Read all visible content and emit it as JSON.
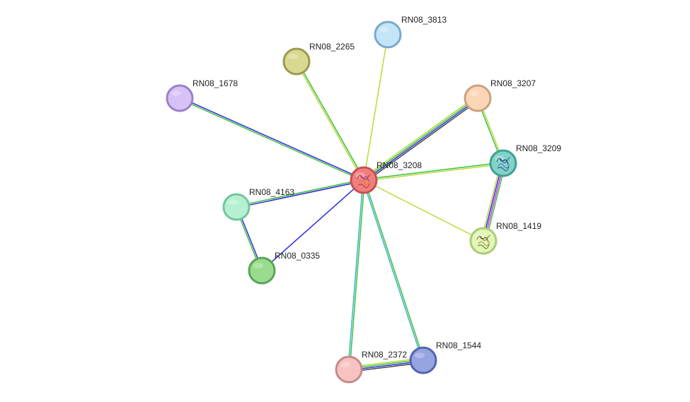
{
  "network": {
    "nodes": [
      {
        "id": "RN08_3208",
        "label": "RN08_3208",
        "fill": "#f08080",
        "stroke": "#c85050",
        "structure": "red-orange"
      },
      {
        "id": "RN08_3813",
        "label": "RN08_3813",
        "fill": "#c4e4f8",
        "stroke": "#78aacc"
      },
      {
        "id": "RN08_2265",
        "label": "RN08_2265",
        "fill": "#d8d890",
        "stroke": "#9a9a50"
      },
      {
        "id": "RN08_1678",
        "label": "RN08_1678",
        "fill": "#d6c2f6",
        "stroke": "#9a80c8"
      },
      {
        "id": "RN08_3207",
        "label": "RN08_3207",
        "fill": "#fbd6b6",
        "stroke": "#caa282"
      },
      {
        "id": "RN08_3209",
        "label": "RN08_3209",
        "fill": "#82d2c6",
        "stroke": "#3ea094",
        "structure": "blue"
      },
      {
        "id": "RN08_4163",
        "label": "RN08_4163",
        "fill": "#b6f0d2",
        "stroke": "#72c69c"
      },
      {
        "id": "RN08_1419",
        "label": "RN08_1419",
        "fill": "#e2f6b6",
        "stroke": "#aacb7a",
        "structure": "olive"
      },
      {
        "id": "RN08_0335",
        "label": "RN08_0335",
        "fill": "#9adc8e",
        "stroke": "#5aa45a"
      },
      {
        "id": "RN08_2372",
        "label": "RN08_2372",
        "fill": "#f6c2c2",
        "stroke": "#c68a8a"
      },
      {
        "id": "RN08_1544",
        "label": "RN08_1544",
        "fill": "#96a4e0",
        "stroke": "#5464b0"
      }
    ],
    "edges": [
      {
        "from": "RN08_3208",
        "to": "RN08_3813",
        "colors": [
          "#b8da3c"
        ]
      },
      {
        "from": "RN08_3208",
        "to": "RN08_2265",
        "colors": [
          "#b8da3c",
          "#3cbf3c"
        ]
      },
      {
        "from": "RN08_3208",
        "to": "RN08_1678",
        "colors": [
          "#3cbf3c",
          "#2a2ae0"
        ]
      },
      {
        "from": "RN08_3208",
        "to": "RN08_3207",
        "colors": [
          "#b8da3c",
          "#3cbf3c",
          "#2a2ae0",
          "#444444"
        ]
      },
      {
        "from": "RN08_3208",
        "to": "RN08_3209",
        "colors": [
          "#3cbf3c",
          "#b8da3c"
        ]
      },
      {
        "from": "RN08_3208",
        "to": "RN08_4163",
        "colors": [
          "#2a2ae0",
          "#3cbf3c"
        ]
      },
      {
        "from": "RN08_3208",
        "to": "RN08_1419",
        "colors": [
          "#b8da3c"
        ]
      },
      {
        "from": "RN08_3208",
        "to": "RN08_0335",
        "colors": [
          "#2a2ae0"
        ]
      },
      {
        "from": "RN08_3208",
        "to": "RN08_2372",
        "colors": [
          "#3cbf3c",
          "#36b4c8"
        ]
      },
      {
        "from": "RN08_3208",
        "to": "RN08_1544",
        "colors": [
          "#3cbf3c",
          "#36b4c8"
        ]
      },
      {
        "from": "RN08_3207",
        "to": "RN08_3209",
        "colors": [
          "#b8da3c",
          "#3cbf3c"
        ]
      },
      {
        "from": "RN08_3209",
        "to": "RN08_1419",
        "colors": [
          "#3cbf3c",
          "#cc33cc",
          "#2a2ae0",
          "#b8da3c"
        ]
      },
      {
        "from": "RN08_4163",
        "to": "RN08_0335",
        "colors": [
          "#2a2ae0",
          "#3cbf3c"
        ]
      },
      {
        "from": "RN08_2372",
        "to": "RN08_1544",
        "colors": [
          "#b8da3c",
          "#3cbf3c",
          "#2a2ae0",
          "#444444"
        ]
      }
    ]
  }
}
